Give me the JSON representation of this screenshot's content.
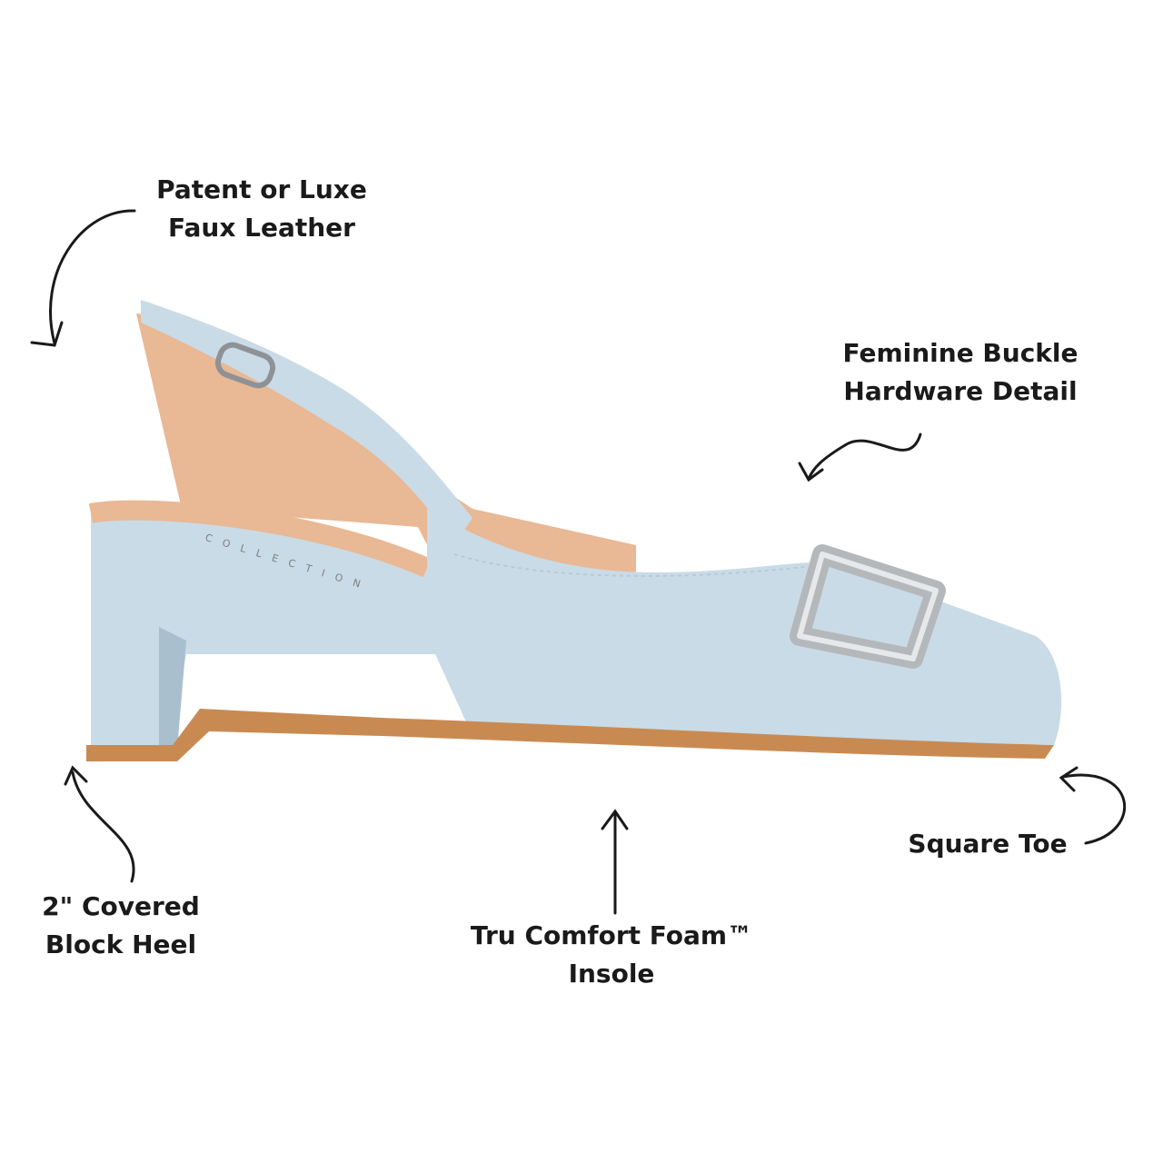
{
  "callouts": {
    "material": {
      "line1": "Patent or Luxe",
      "line2": "Faux Leather"
    },
    "buckle": {
      "line1": "Feminine Buckle",
      "line2": "Hardware Detail"
    },
    "toe": {
      "line1": "Square Toe"
    },
    "heel": {
      "line1": "2\" Covered",
      "line2": "Block Heel"
    },
    "insole": {
      "line1": "Tru Comfort Foam™",
      "line2": "Insole"
    }
  },
  "product": {
    "insole_logo_text": "COLLECTION",
    "colors": {
      "upper": "#c9dbe6",
      "upper_shadow": "#a9bfcd",
      "lining": "#e9b894",
      "sole": "#c98a52",
      "buckle": "#b5b8bb",
      "arrow": "#1a1a1a"
    }
  }
}
